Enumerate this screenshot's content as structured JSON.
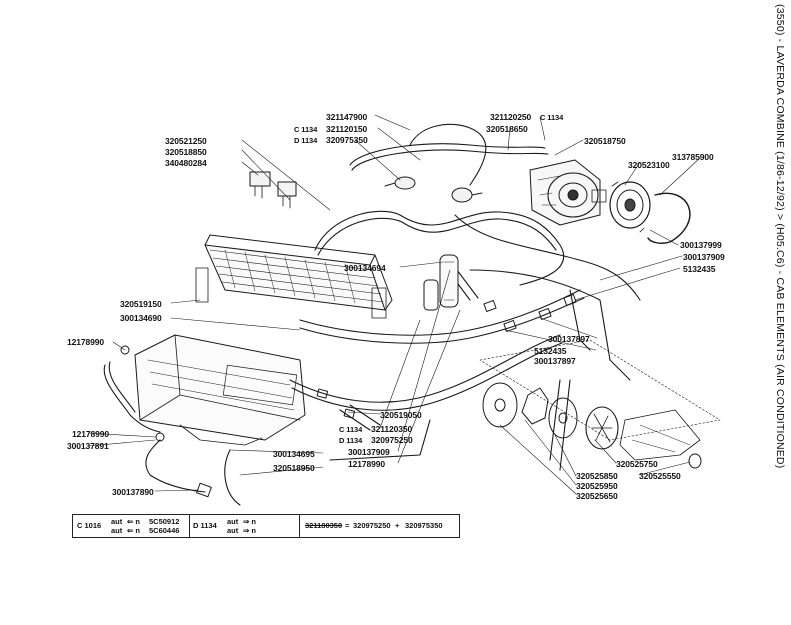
{
  "title": "(3550) - LAVERDA COMBINE (1/86-12/92) > (H05.C6) - CAB ELEMENTS (AIR CONDITIONED)",
  "parts": {
    "p321147900": "321147900",
    "p321120250": "321120250",
    "c1134_a": "C 1134",
    "p320518650": "320518650",
    "p320518750": "320518750",
    "p313785900": "313785900",
    "p320523100": "320523100",
    "c1134_b": "C 1134",
    "p321120150": "321120150",
    "d1134_a": "D 1134",
    "p320975350": "320975350",
    "p320521250": "320521250",
    "p320518850": "320518850",
    "p340480284": "340480284",
    "p300137999": "300137999",
    "p300137909_r": "300137909",
    "p5132435_r": "5132435",
    "p300134694": "300134694",
    "p320519150": "320519150",
    "p300134690": "300134690",
    "p300137897_a": "300137897",
    "p5132435_m": "5132435",
    "p300137897_b": "300137897",
    "p12178990_a": "12178990",
    "p320519050": "320519050",
    "c1134_c": "C 1134",
    "p321120350": "321120350",
    "d1134_b": "D 1134",
    "p320975250": "320975250",
    "p300137909_m": "300137909",
    "p12178990_m": "12178990",
    "p12178990_b": "12178990",
    "p300137891": "300137891",
    "p300134695": "300134695",
    "p320518950": "320518950",
    "p300137890": "300137890",
    "p320525750": "320525750",
    "p320525850": "320525850",
    "p320525950": "320525950",
    "p320525650": "320525650",
    "p320525550": "320525550"
  },
  "legend": {
    "c_code": "C 1016",
    "c_aut1": "aut",
    "c_arr1": "⇐ n",
    "c_val1": "5C50912",
    "c_aut2": "aut",
    "c_arr2": "⇐ n",
    "c_val2": "5C60446",
    "d_code": "D 1134",
    "d_aut1": "aut",
    "d_arr1": "⇒ n",
    "d_aut2": "aut",
    "d_arr2": "⇒ n",
    "old_part": "321180350",
    "equals": "=",
    "new_part1": "320975250",
    "plus": "+",
    "new_part2": "320975350"
  }
}
